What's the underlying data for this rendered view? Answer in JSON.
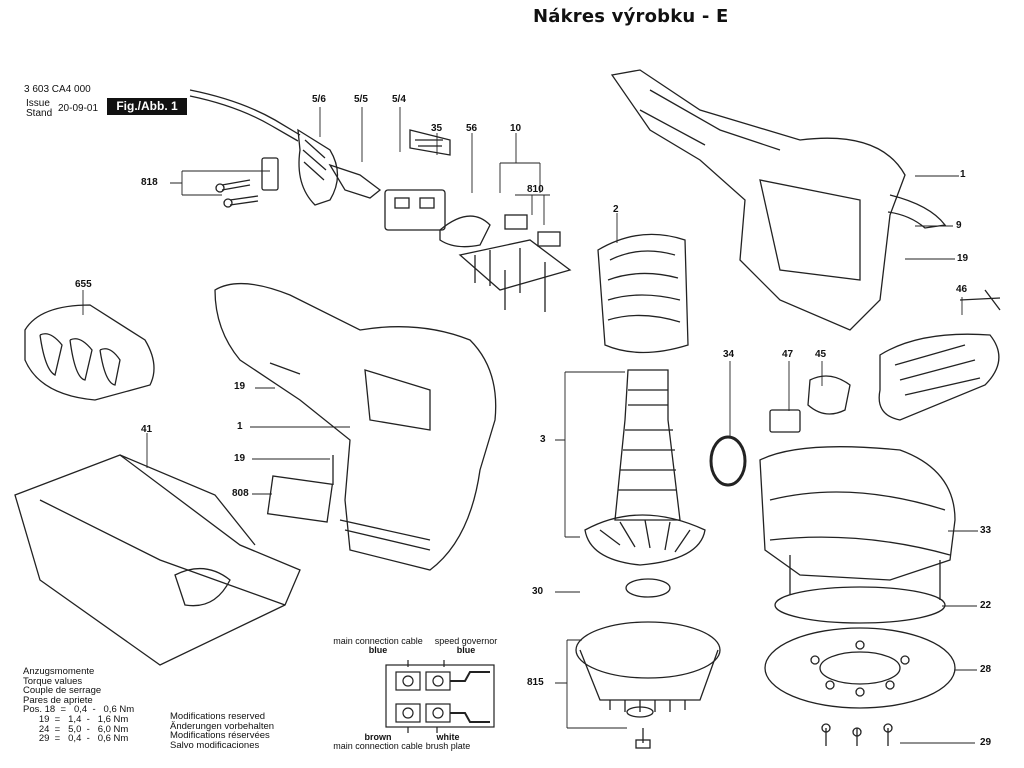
{
  "page_title": "Nákres výrobku - E",
  "doc_number": "3 603 CA4 000",
  "issue_label": "Issue",
  "stand_label": "Stand",
  "issue_date": "20-09-01",
  "figure_badge": "Fig./Abb. 1",
  "part_labels": {
    "p56a": "5/6",
    "p55": "5/5",
    "p54": "5/4",
    "p35": "35",
    "p56": "56",
    "p10": "10",
    "p818": "818",
    "p810": "810",
    "p2": "2",
    "p1r": "1",
    "p9": "9",
    "p19r": "19",
    "p46": "46",
    "p655": "655",
    "p19a": "19",
    "p1l": "1",
    "p19b": "19",
    "p808": "808",
    "p41": "41",
    "p34": "34",
    "p47": "47",
    "p45": "45",
    "p3": "3",
    "p33": "33",
    "p30": "30",
    "p22": "22",
    "p28": "28",
    "p815": "815",
    "p29": "29"
  },
  "torque": {
    "lines": [
      "Anzugsmomente",
      "Torque values",
      "Couple de serrage",
      "Pares de apriete"
    ],
    "rows": [
      "Pos. 18  =   0,4  -   0,6 Nm",
      "      19  =   1,4  -   1,6 Nm",
      "      24  =   5,0  -   6,0 Nm",
      "      29  =   0,4  -   0,6 Nm"
    ]
  },
  "modifications": [
    "Modifications reserved",
    "Änderungen vorbehalten",
    "Modifications réservées",
    "Salvo modificaciones"
  ],
  "wiring": {
    "top_left_caption": "main connection cable",
    "top_left_color": "blue",
    "top_right_caption": "speed governor",
    "top_right_color": "blue",
    "bottom_left_color": "brown",
    "bottom_left_caption": "main connection cable",
    "bottom_right_color": "white",
    "bottom_right_caption": "brush plate"
  }
}
